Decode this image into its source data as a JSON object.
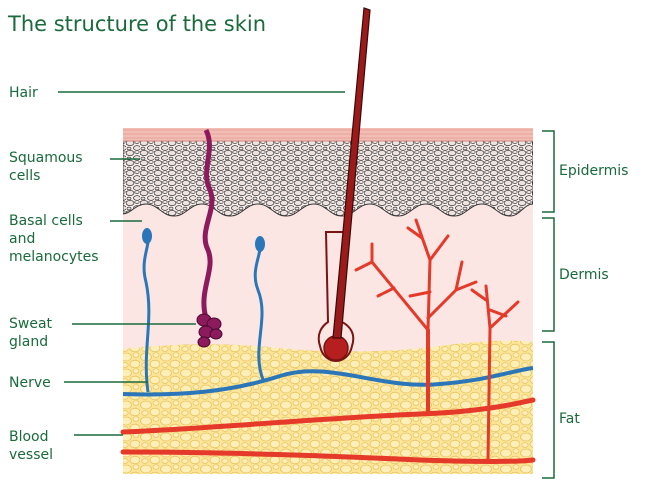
{
  "title": "The structure of the skin",
  "labels": {
    "hair": "Hair",
    "squamous": [
      "Squamous",
      "cells"
    ],
    "basal": [
      "Basal cells",
      "and",
      "melanocytes"
    ],
    "sweat": [
      "Sweat",
      "gland"
    ],
    "nerve": "Nerve",
    "blood": [
      "Blood",
      "vessel"
    ]
  },
  "layers": {
    "epidermis": "Epidermis",
    "dermis": "Dermis",
    "fat": "Fat"
  },
  "colors": {
    "label_text": "#1a6a3c",
    "bracket": "#1a6a3c",
    "dermis": "#fbe6e3",
    "epidermis_top": "#f2bdb5",
    "fat": "#fde59a",
    "hair": "#7a1414",
    "sweat_gland": "#8e1a5e",
    "nerve": "#2a76b8",
    "blood_vessel": "#e53a2a"
  }
}
